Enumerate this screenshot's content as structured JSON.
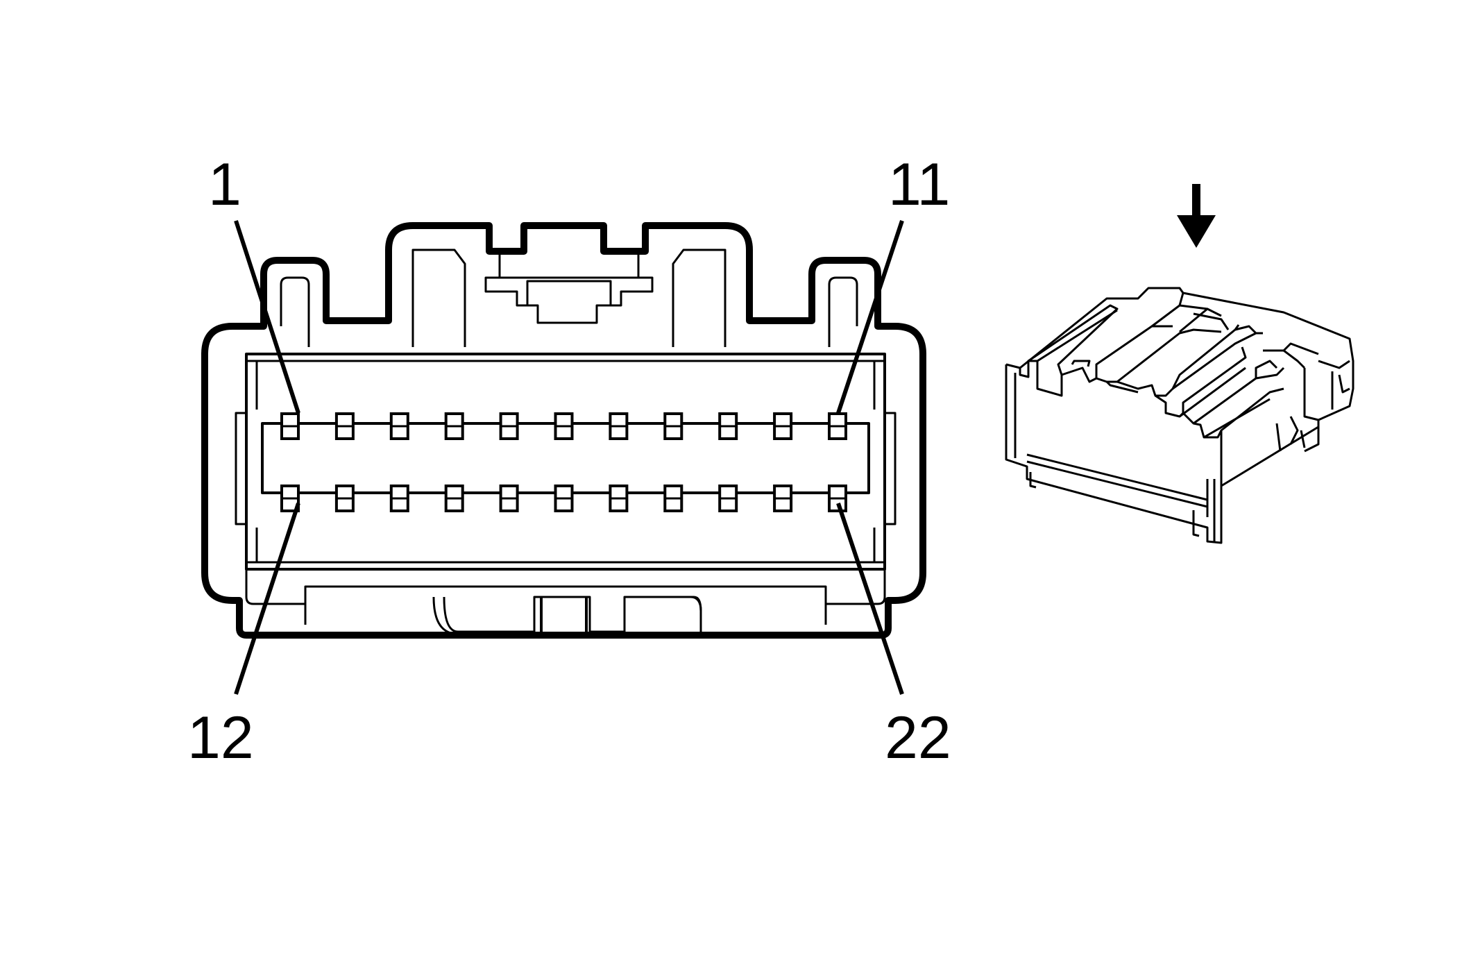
{
  "labels": {
    "pin_1": "1",
    "pin_11": "11",
    "pin_12": "12",
    "pin_22": "22"
  },
  "connector": {
    "pins_per_row": 11,
    "rows": 2
  },
  "colors": {
    "line": "#000000",
    "background": "#ffffff"
  },
  "icons": {
    "view_direction": "arrow-down-icon"
  }
}
